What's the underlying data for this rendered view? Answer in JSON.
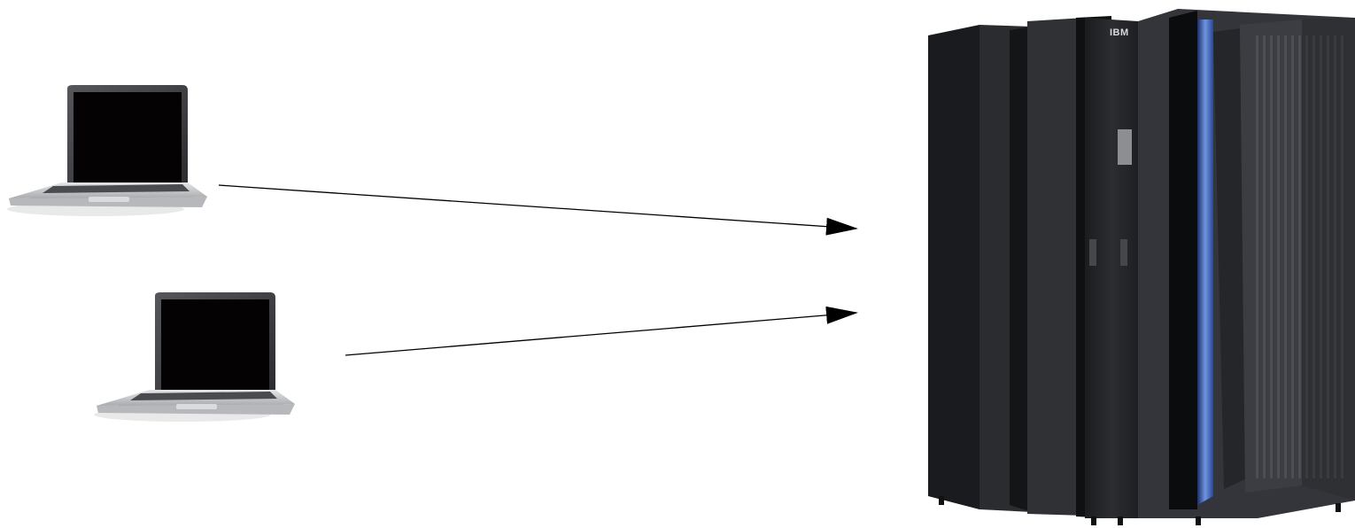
{
  "diagram": {
    "nodes": [
      {
        "id": "laptop-1",
        "kind": "laptop-icon"
      },
      {
        "id": "laptop-2",
        "kind": "laptop-icon"
      },
      {
        "id": "mainframe",
        "kind": "mainframe-server-icon",
        "logo_text": "IBM"
      }
    ],
    "edges": [
      {
        "from": "laptop-1",
        "to": "mainframe",
        "style": "arrow"
      },
      {
        "from": "laptop-2",
        "to": "mainframe",
        "style": "arrow"
      }
    ],
    "colors": {
      "background": "#ffffff",
      "arrow": "#000000",
      "laptop_body": "#3a3a3c",
      "laptop_screen": "#050203",
      "laptop_base": "#c8c9cb",
      "server_body": "#232427",
      "server_panel": "#3b3c40",
      "server_accent": "#3b63b8"
    }
  }
}
